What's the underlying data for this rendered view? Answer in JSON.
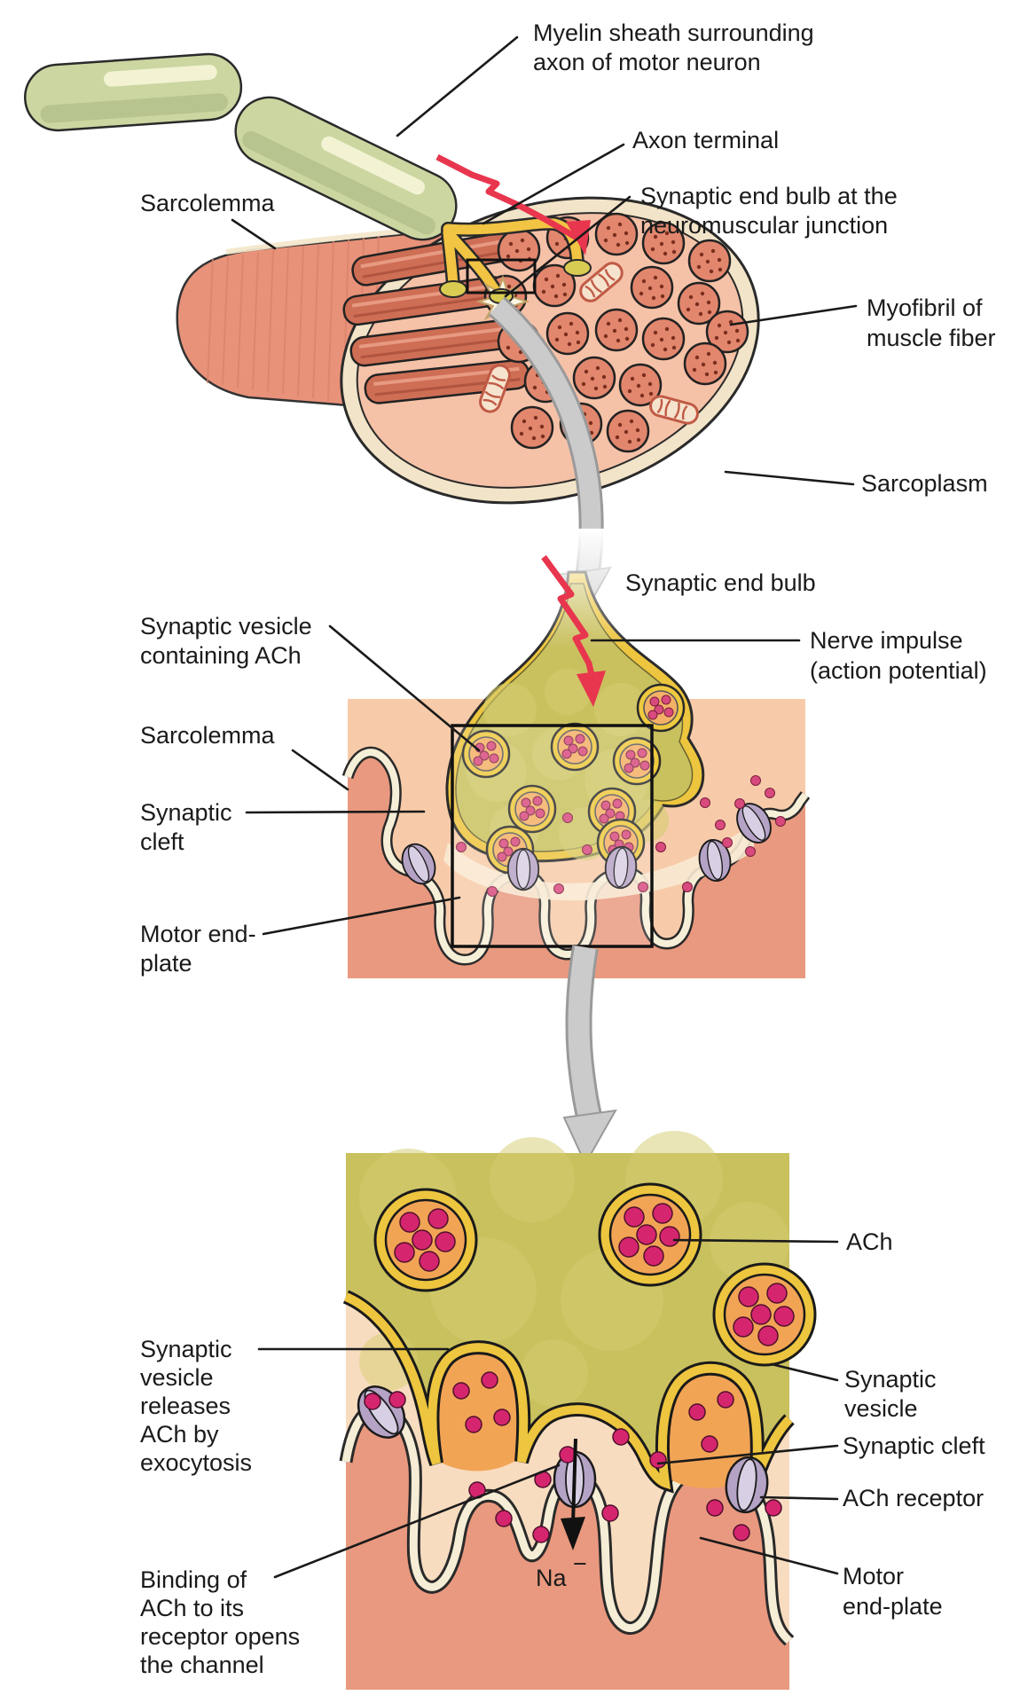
{
  "top": {
    "labels": {
      "myelin_sheath": [
        "Myelin sheath surrounding",
        "axon of motor neuron"
      ],
      "axon_terminal": [
        "Axon terminal"
      ],
      "synaptic_end_bulb_nmj": [
        "Synaptic end bulb at the",
        "neuromuscular junction"
      ],
      "sarcolemma": [
        "Sarcolemma"
      ],
      "myofibril": [
        "Myofibril of",
        "muscle fiber"
      ],
      "sarcoplasm": [
        "Sarcoplasm"
      ]
    }
  },
  "middle": {
    "labels": {
      "synaptic_end_bulb": [
        "Synaptic end bulb"
      ],
      "synaptic_vesicle_ach": [
        "Synaptic vesicle",
        "containing ACh"
      ],
      "nerve_impulse": [
        "Nerve impulse",
        "(action potential)"
      ],
      "sarcolemma": [
        "Sarcolemma"
      ],
      "synaptic_cleft": [
        "Synaptic",
        "cleft"
      ],
      "motor_end_plate": [
        "Motor end-",
        "plate"
      ]
    }
  },
  "bottom": {
    "labels": {
      "ach": [
        "ACh"
      ],
      "synaptic_vesicle": [
        "Synaptic",
        "vesicle"
      ],
      "synaptic_cleft": [
        "Synaptic cleft"
      ],
      "ach_receptor": [
        "ACh receptor"
      ],
      "motor_end_plate": [
        "Motor",
        "end-plate"
      ],
      "vesicle_releases": [
        "Synaptic",
        "vesicle",
        "releases",
        "ACh by",
        "exocytosis"
      ],
      "binding": [
        "Binding of",
        "ACh to its",
        "receptor opens",
        "the channel"
      ],
      "na_ion": {
        "base": "Na",
        "sup": "−"
      }
    }
  },
  "colors": {
    "muscle_salmon": "#E9997F",
    "muscle_body": "#E8927A",
    "bulb_olive": "#C9C05E",
    "membrane_yellow": "#EDC53E",
    "vesicle_orange": "#F2A455",
    "ach_magenta": "#D6256F",
    "ach_pink_mid": "#D84A7E",
    "receptor_lavender": "#C6B6D4",
    "myelin_green": "#CBD6A1",
    "axon_yellow": "#F2C443",
    "impulse_red": "#E8364E",
    "arrow_gray": "#CBCBCB",
    "cleft_cream": "#F8E9D2",
    "membrane_cream": "#F6EFD8",
    "panel_peach": "#F7CBA9"
  }
}
